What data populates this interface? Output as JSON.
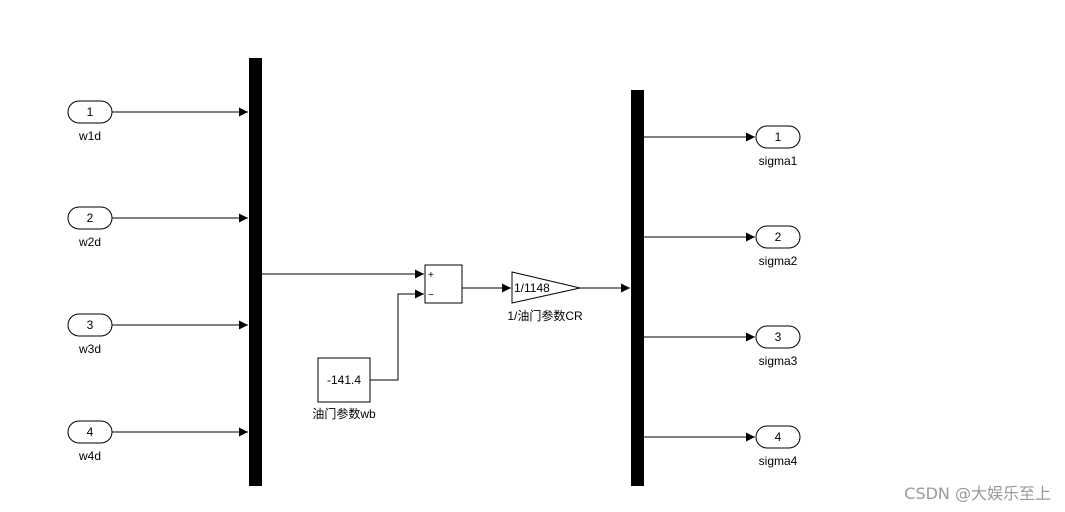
{
  "inports": [
    {
      "number": "1",
      "label": "w1d"
    },
    {
      "number": "2",
      "label": "w2d"
    },
    {
      "number": "3",
      "label": "w3d"
    },
    {
      "number": "4",
      "label": "w4d"
    }
  ],
  "outports": [
    {
      "number": "1",
      "label": "sigma1"
    },
    {
      "number": "2",
      "label": "sigma2"
    },
    {
      "number": "3",
      "label": "sigma3"
    },
    {
      "number": "4",
      "label": "sigma4"
    }
  ],
  "sum_block": {
    "plus_sign": "+",
    "minus_sign": "−"
  },
  "gain_block": {
    "value": "1/1148",
    "label": "1/油门参数CR"
  },
  "constant_block": {
    "value": "-141.4",
    "label": "油门参数wb"
  },
  "watermark": "CSDN @大娱乐至上"
}
